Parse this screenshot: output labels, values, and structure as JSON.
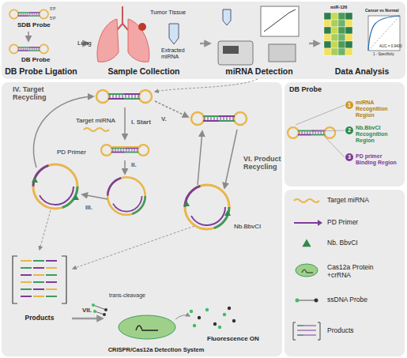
{
  "diagram": {
    "nodes": [
      {
        "text": [
          "DB Probe Ligation"
        ]
      },
      {
        "text": [
          "Sample Collection"
        ]
      },
      {
        "text": [
          "miRNA Detection"
        ]
      },
      {
        "text": [
          "Data Analysis"
        ]
      },
      {
        "text": [
          "DB Probe"
        ]
      },
      {
        "text": [
          "Products"
        ]
      },
      {
        "text": [
          "CRISPR/Cas12a Detection System"
        ]
      }
    ],
    "edges": [
      {
        "from": 0,
        "to": 1,
        "arrow": "to"
      },
      {
        "from": 1,
        "to": 2,
        "arrow": "to"
      },
      {
        "from": 2,
        "to": 3,
        "arrow": "to"
      },
      {
        "from": 5,
        "to": 6,
        "label": "VII.",
        "arrow": "to"
      }
    ],
    "labels": [
      "SDB Probe",
      "5'P",
      "5'P",
      "DB Probe",
      "Tumor Tissue",
      "Lung",
      "Extracted miRNA",
      "miR-126",
      "Cancer vs Normal",
      "AUC = 0.9400",
      "1 - Specificity",
      "IV. Target Recycling",
      "Target miRNA",
      "I. Start",
      "II.",
      "PD Primer",
      "III.",
      "V.",
      "VI. Product Recycling",
      "Nb.BbvCI",
      "trans-cleavage",
      "Fluorescence ON",
      "1",
      "miRNA Recognition Region",
      "2",
      "Nb.BbvCI Recognition Region",
      "3",
      "PD primer Binding Region"
    ],
    "legend": [
      {
        "text": "Target miRNA"
      },
      {
        "text": "PD Primer"
      },
      {
        "text": "Nb. BbvCI"
      },
      {
        "text": "Cas12a Protein +crRNA"
      },
      {
        "text": "ssDNA Probe"
      },
      {
        "text": "Products"
      }
    ]
  }
}
